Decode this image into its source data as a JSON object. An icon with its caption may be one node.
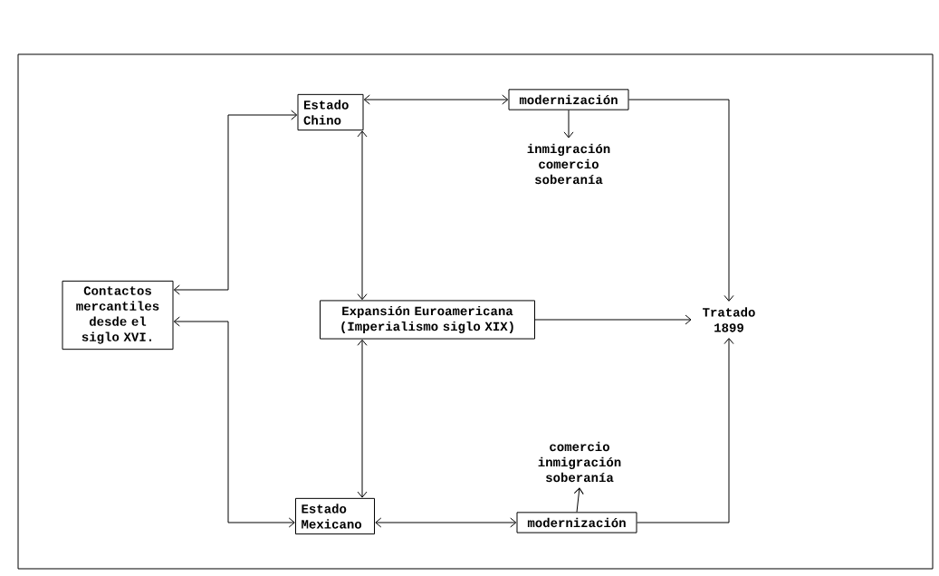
{
  "diagram": {
    "nodes": [
      {
        "text": [
          "Contactos mercantiles desde el siglo XVI."
        ]
      },
      {
        "text": [
          "Estado Chino"
        ]
      },
      {
        "text": [
          "modernización"
        ]
      },
      {
        "text": [
          "inmigración comercio soberanía"
        ]
      },
      {
        "text": [
          "Expansión Euroamericana (Imperialismo siglo XIX)"
        ]
      },
      {
        "text": [
          "Tratado 1899"
        ]
      },
      {
        "text": [
          "Estado Mexicano"
        ]
      },
      {
        "text": [
          "modernización"
        ]
      },
      {
        "text": [
          "comercio inmigración soberanía"
        ]
      }
    ],
    "edges": [
      {
        "from": 0,
        "to": 1,
        "arrow": "both"
      },
      {
        "from": 0,
        "to": 6,
        "arrow": "both"
      },
      {
        "from": 1,
        "to": 2,
        "arrow": "both"
      },
      {
        "from": 2,
        "to": 3,
        "arrow": "to"
      },
      {
        "from": 1,
        "to": 4,
        "arrow": "both"
      },
      {
        "from": 4,
        "to": 6,
        "arrow": "both"
      },
      {
        "from": 2,
        "to": 5,
        "arrow": "to"
      },
      {
        "from": 4,
        "to": 5,
        "arrow": "to"
      },
      {
        "from": 6,
        "to": 7,
        "arrow": "both"
      },
      {
        "from": 7,
        "to": 8,
        "arrow": "to"
      },
      {
        "from": 7,
        "to": 5,
        "arrow": "to"
      }
    ]
  }
}
